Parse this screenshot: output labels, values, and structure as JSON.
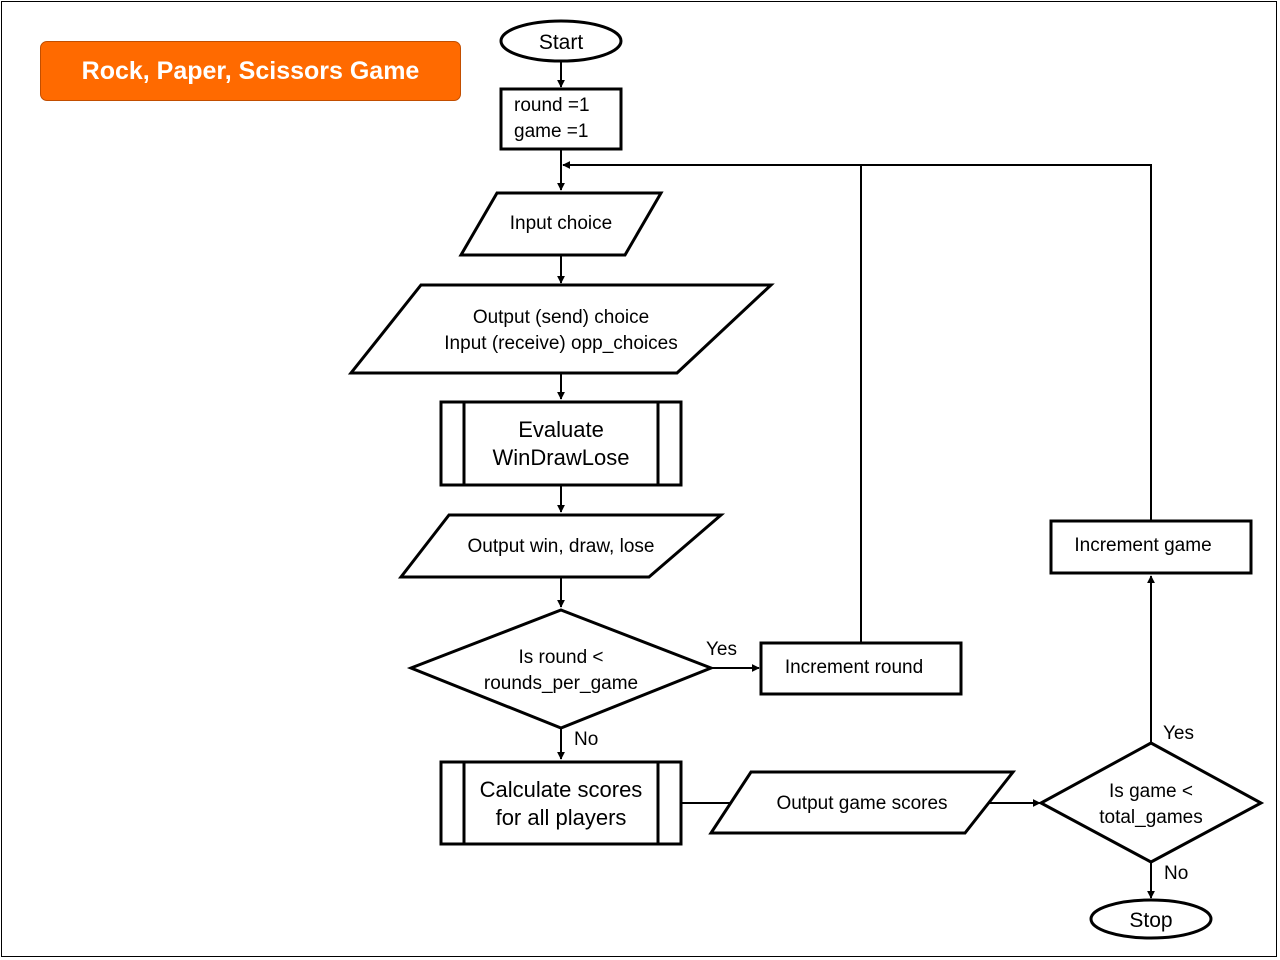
{
  "title": "Rock, Paper, Scissors Game",
  "colors": {
    "banner": "#ff6a00",
    "stroke": "#000000"
  },
  "nodes": {
    "start": "Start",
    "init_line1": "round =1",
    "init_line2": "game =1",
    "input_choice": "Input choice",
    "send_line1": "Output (send) choice",
    "send_line2": "Input (receive) opp_choices",
    "evaluate_line1": "Evaluate",
    "evaluate_line2": "WinDrawLose",
    "output_result": "Output win, draw, lose",
    "round_check_line1": "Is round <",
    "round_check_line2": "rounds_per_game",
    "increment_round": "Increment round",
    "calc_line1": "Calculate scores",
    "calc_line2": "for all players",
    "output_scores": "Output game scores",
    "game_check_line1": "Is game <",
    "game_check_line2": "total_games",
    "increment_game": "Increment game",
    "stop": "Stop"
  },
  "edge_labels": {
    "round_yes": "Yes",
    "round_no": "No",
    "game_yes": "Yes",
    "game_no": "No"
  }
}
